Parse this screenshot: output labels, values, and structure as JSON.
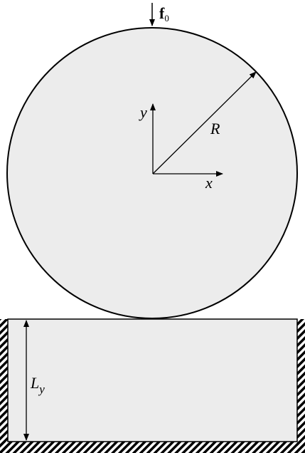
{
  "diagram": {
    "force_label": {
      "main": "f",
      "subscript": "0"
    },
    "radius_label": "R",
    "axis_x_label": "x",
    "axis_y_label": "y",
    "thickness_label": {
      "main": "L",
      "subscript": "y"
    },
    "colors": {
      "fill": "#ececec",
      "stroke": "#000000",
      "background": "#ffffff"
    }
  }
}
